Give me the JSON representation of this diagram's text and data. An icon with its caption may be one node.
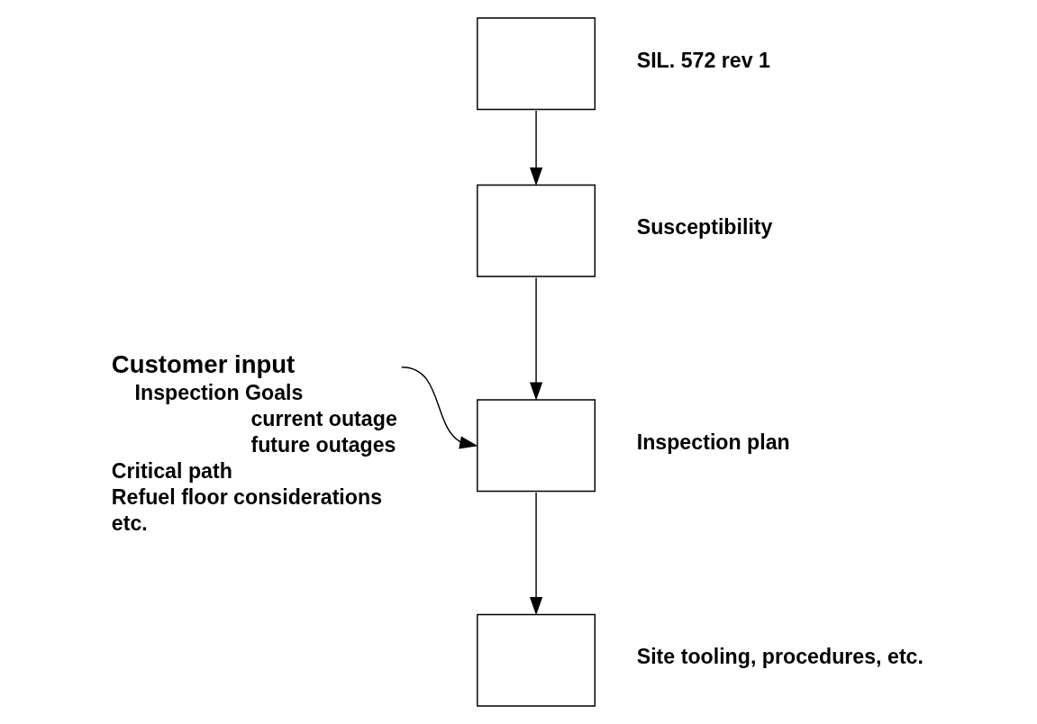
{
  "diagram": {
    "nodes": [
      {
        "text": [],
        "shape": "box",
        "beside": [
          "SIL. 572 rev 1"
        ]
      },
      {
        "text": [],
        "shape": "box",
        "beside": [
          "Susceptibility"
        ]
      },
      {
        "text": [],
        "shape": "box",
        "beside": [
          "Inspection plan"
        ]
      },
      {
        "text": [],
        "shape": "box",
        "beside": [
          "Site tooling, procedures, etc."
        ]
      },
      {
        "text": [
          "Customer input"
        ],
        "beside": [
          "Inspection Goals",
          "current outage",
          "future outages",
          "Critical path",
          "Refuel floor considerations",
          "etc."
        ]
      }
    ],
    "edges": [
      {
        "from": 0,
        "to": 1,
        "arrow": "to"
      },
      {
        "from": 1,
        "to": 2,
        "arrow": "to"
      },
      {
        "from": 4,
        "to": 2,
        "arrow": "to"
      },
      {
        "from": 2,
        "to": 3,
        "arrow": "to"
      }
    ]
  }
}
